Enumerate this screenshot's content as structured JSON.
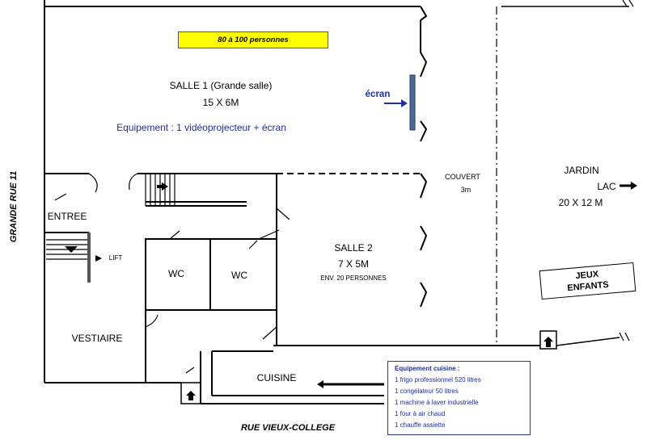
{
  "capacity": "80 à 100 personnes",
  "salle1": {
    "name": "SALLE 1 (Grande salle)",
    "dims": "15 X 6M",
    "equipment": "Equipement : 1 vidéoprojecteur + écran",
    "ecran": "écran"
  },
  "salle2": {
    "name": "SALLE 2",
    "dims": "7 X 5M",
    "capacity": "ENV. 20 PERSONNES"
  },
  "couvert": {
    "name": "COUVERT",
    "size": "3m"
  },
  "jardin": {
    "name": "JARDIN",
    "lac": "LAC",
    "dims": "20 X 12 M"
  },
  "jeux": {
    "line1": "JEUX",
    "line2": "ENFANTS"
  },
  "rooms": {
    "entree": "ENTREE",
    "lift": "LIFT",
    "wc1": "WC",
    "wc2": "WC",
    "vestiaire": "VESTIAIRE",
    "cuisine": "CUISINE"
  },
  "streets": {
    "left": "GRANDE RUE 11",
    "bottom": "RUE VIEUX-COLLEGE"
  },
  "kitchen": {
    "title": "Equipement  cuisine :",
    "items": [
      "1 frigo professionnel 520 litres",
      "1 congélateur 50 litres",
      "1 machine à laver industrielle",
      "1 four à air chaud",
      "1 chauffe assiette"
    ]
  },
  "colors": {
    "banner": "#ffff00",
    "text_blue": "#1f2f9f",
    "screen": "#4a6a99"
  }
}
